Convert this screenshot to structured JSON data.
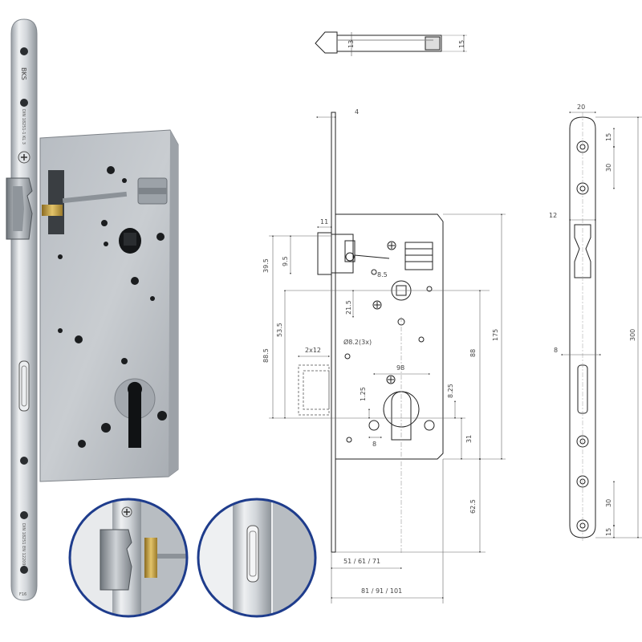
{
  "colors": {
    "accent": "#1e3c8c",
    "line": "#222222",
    "dim": "#555555",
    "metal": "#c4c8cc"
  },
  "faceplate_marks": {
    "logo": "BKS",
    "stamp_1": "DIN 18251-1 KL 3",
    "stamp_2": "DIN 18251 EN 12209",
    "size": "F16"
  },
  "top_view": {
    "dim_13": "13",
    "dim_15": "15"
  },
  "front_view": {
    "dim_4": "4",
    "dim_11": "11",
    "dim_39_5": "39.5",
    "dim_9_5": "9.5",
    "dim_53_5": "53.5",
    "dim_88_5": "88.5",
    "dim_21_5": "21.5",
    "dim_2x12": "2x12",
    "label_8_5": "8.5",
    "label_hole": "Ø8.2(3x)",
    "dim_98": "98",
    "dim_88": "88",
    "dim_175": "175",
    "dim_8_25": "8.25",
    "dim_1_25": "1.25",
    "dim_8_left": "8",
    "dim_31": "31",
    "dim_62_5": "62.5",
    "dim_backset": "51 / 61 / 71",
    "dim_case": "81 / 91 / 101"
  },
  "side_view": {
    "dim_20": "20",
    "dim_15_top": "15",
    "dim_30_top": "30",
    "dim_12": "12",
    "dim_8": "8",
    "dim_300": "300",
    "dim_30_bottom": "30",
    "dim_15_bottom": "15"
  }
}
